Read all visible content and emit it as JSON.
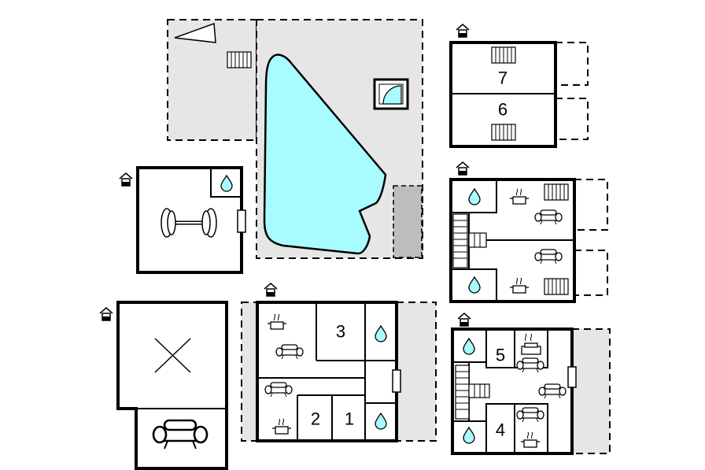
{
  "floorplan": {
    "room_numbers": {
      "r1": "1",
      "r2": "2",
      "r3": "3",
      "r4": "4",
      "r5": "5",
      "r6": "6",
      "r7": "7"
    },
    "colors": {
      "pool": "#a8fbff",
      "terrace": "#e6e6e6",
      "grey_block": "#bdbdbd",
      "wall": "#000000"
    },
    "icons": [
      "house-icon",
      "stairs-icon",
      "water-drop-icon",
      "bed-icon",
      "sofa-icon",
      "cooking-pot-icon",
      "dumbbell-icon",
      "pool",
      "open-space-cross-icon",
      "door-icon",
      "shower-icon",
      "direction-arrow-icon"
    ]
  }
}
